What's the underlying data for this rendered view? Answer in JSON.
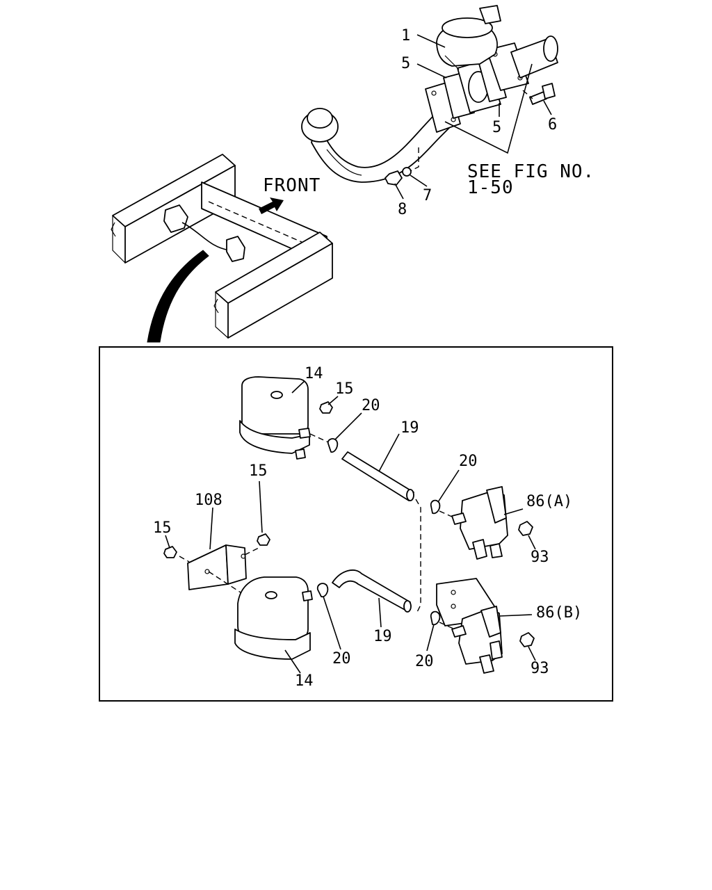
{
  "callouts": {
    "p1": "1",
    "p5a": "5",
    "p5b": "5",
    "p6": "6",
    "p7": "7",
    "p8": "8",
    "see_fig_line1": "SEE FIG NO.",
    "see_fig_line2": "1-50",
    "front": "FRONT",
    "p14_top": "14",
    "p15_top": "15",
    "p20_top": "20",
    "p19_top": "19",
    "p20_right_top": "20",
    "p86a": "86(A)",
    "p93_top": "93",
    "p15_mid": "15",
    "p108": "108",
    "p15_left": "15",
    "p20_bottom": "20",
    "p19_bottom": "19",
    "p20_right_bottom": "20",
    "p86b": "86(B)",
    "p93_bottom": "93",
    "p14_bottom": "14"
  },
  "icons": [
    "front-arrow-icon"
  ]
}
